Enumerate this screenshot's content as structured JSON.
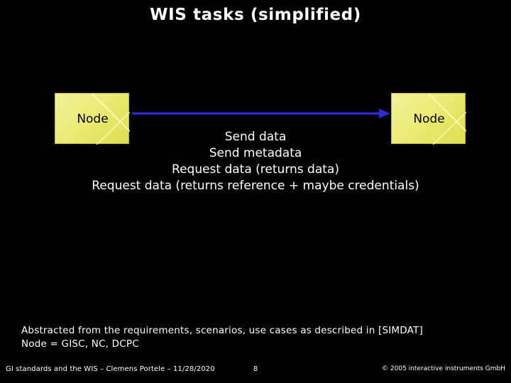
{
  "slide": {
    "title": "WIS tasks (simplified)",
    "background_color": "#000000",
    "text_color": "#ffffff"
  },
  "diagram": {
    "node_fill_color": "#e8e873",
    "arrow_color": "#2b2bd4",
    "nodes": [
      {
        "label": "Node",
        "name": "node-left"
      },
      {
        "label": "Node",
        "name": "node-right"
      }
    ],
    "flow_lines": [
      "Send data",
      "Send metadata",
      "Request data (returns data)",
      "Request data (returns reference + maybe credentials)"
    ]
  },
  "note": {
    "line1": "Abstracted from the requirements, scenarios, use cases as described in [SIMDAT]",
    "line2": "Node = GISC, NC, DCPC"
  },
  "footer": {
    "left": "GI standards and the WIS – Clemens Portele –  11/28/2020",
    "page_number": "8",
    "right": "© 2005 interactive instruments GmbH"
  }
}
